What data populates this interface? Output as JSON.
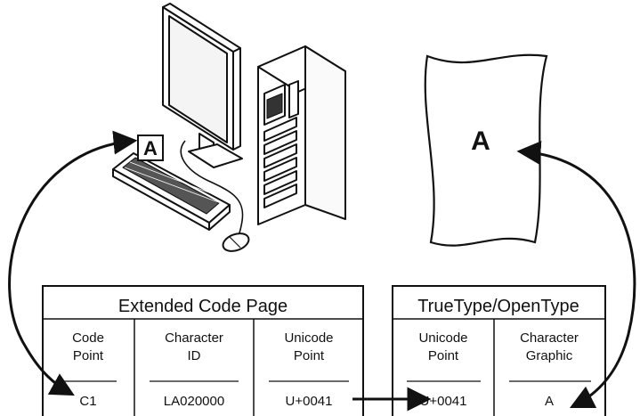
{
  "top_link": "",
  "screen_letter": "A",
  "document_letter": "A",
  "codepage_table": {
    "title": "Extended Code Page",
    "headers": [
      [
        "Code",
        "Point"
      ],
      [
        "Character",
        "ID"
      ],
      [
        "Unicode",
        "Point"
      ]
    ],
    "values": [
      "C1",
      "LA020000",
      "U+0041"
    ]
  },
  "font_table": {
    "title": "TrueType/OpenType",
    "headers": [
      [
        "Unicode",
        "Point"
      ],
      [
        "Character",
        "Graphic"
      ]
    ],
    "values": [
      "U+0041",
      "A"
    ]
  },
  "colors": {
    "ink": "#111111",
    "link": "#1a55c9",
    "paper": "#ffffff"
  },
  "icons": [
    "monitor-icon",
    "keyboard-icon",
    "mouse-icon",
    "tower-computer-icon",
    "document-icon",
    "arrow-icon"
  ]
}
